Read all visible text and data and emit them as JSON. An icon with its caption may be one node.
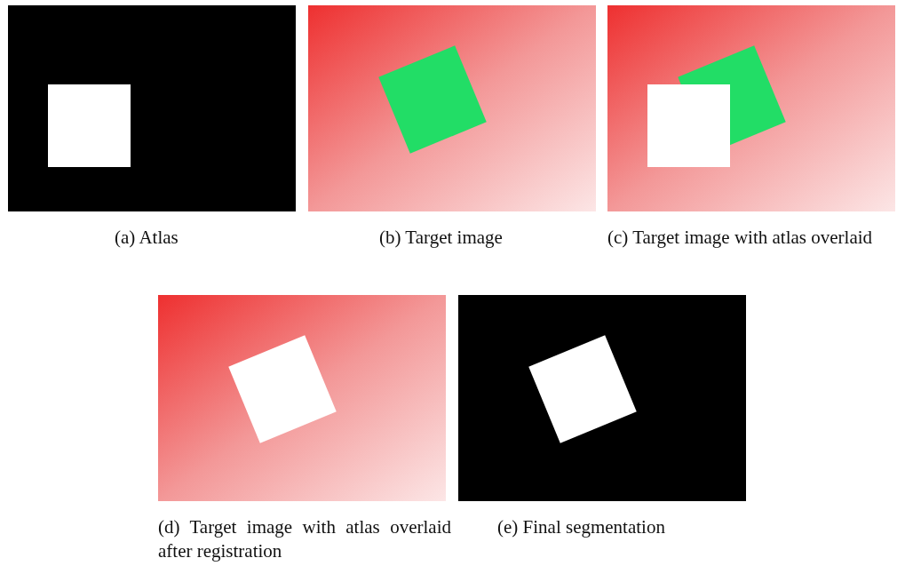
{
  "diagram": {
    "labels": [
      "(a) Atlas",
      "(b) Target image",
      "(c) Target image with atlas overlaid",
      "(d) Target image with atlas overlaid after registration",
      "(e) Final segmentation"
    ]
  }
}
